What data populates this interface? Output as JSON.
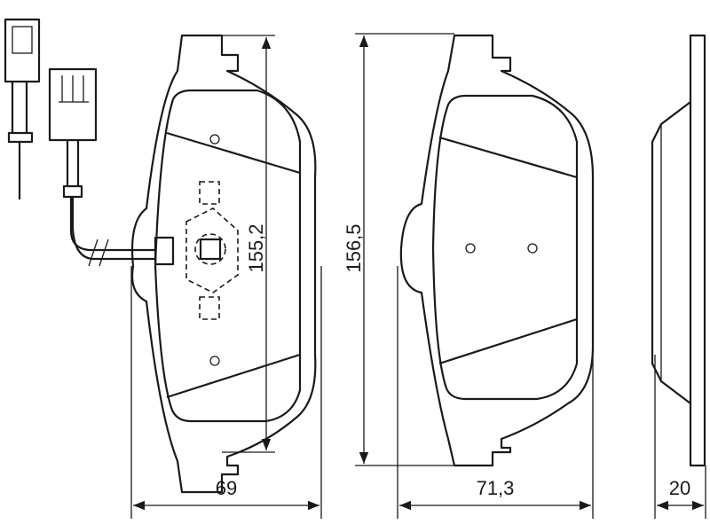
{
  "drawing": {
    "title": "Brake pad set technical drawing",
    "dimensions": {
      "left_pad_height": "155,2",
      "middle_pad_height": "156,5",
      "left_pad_width": "69",
      "middle_pad_width": "71,3",
      "thickness": "20"
    }
  }
}
